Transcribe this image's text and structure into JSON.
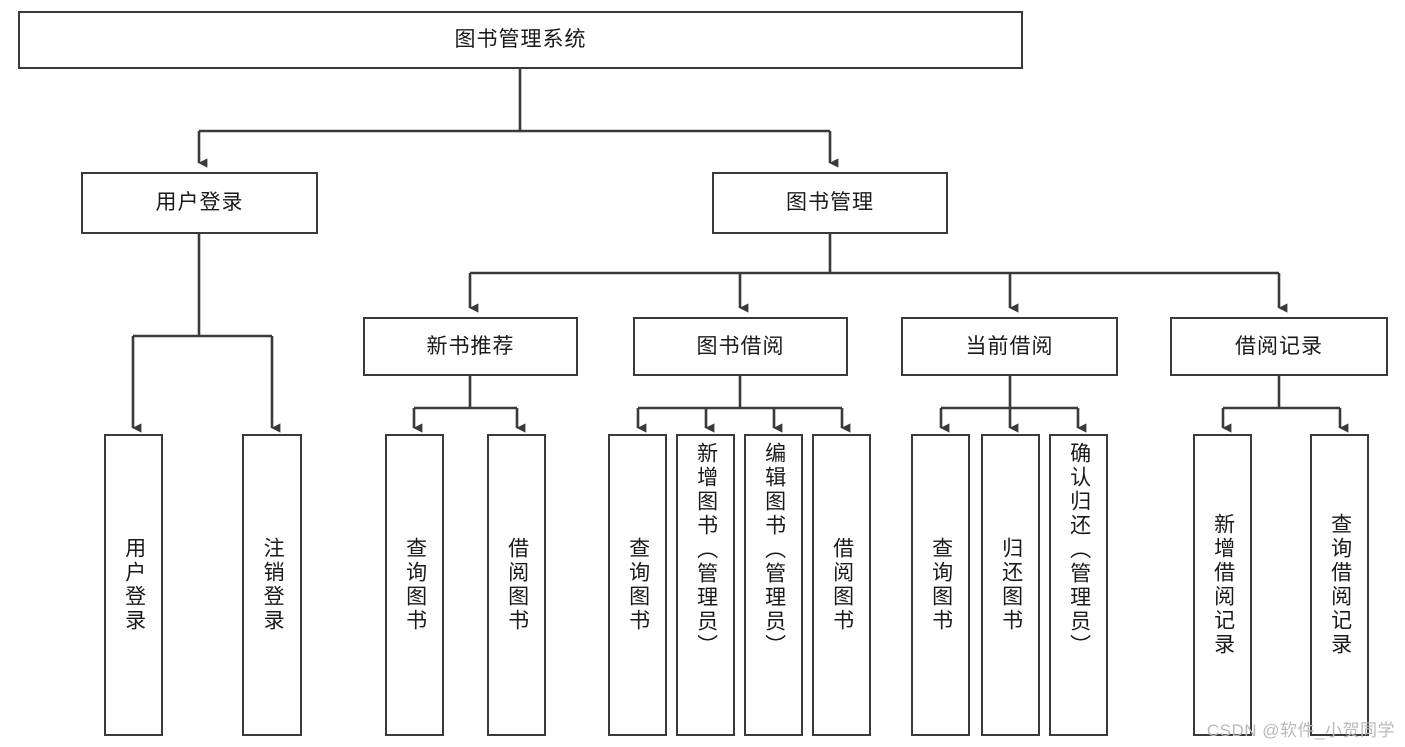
{
  "diagram": {
    "type": "tree",
    "title": "图书管理系统",
    "watermark": "CSDN @软件_小贺同学",
    "colors": {
      "background": "#ffffff",
      "node_border": "#3a3a3a",
      "node_fill": "#ffffff",
      "text": "#1a1a1a",
      "edge": "#3a3a3a",
      "watermark": "#b9b9b9"
    },
    "nodes": {
      "root": {
        "label": "图书管理系统",
        "level": 0
      },
      "l1": [
        {
          "id": "user-login",
          "label": "用户登录"
        },
        {
          "id": "book-manage",
          "label": "图书管理"
        }
      ],
      "l2": [
        {
          "id": "new-book-rec",
          "label": "新书推荐"
        },
        {
          "id": "book-borrow",
          "label": "图书借阅"
        },
        {
          "id": "current-borrow",
          "label": "当前借阅"
        },
        {
          "id": "borrow-record",
          "label": "借阅记录"
        }
      ],
      "leaves": {
        "user-login": [
          {
            "id": "leaf-user-login",
            "label": "用户登录"
          },
          {
            "id": "leaf-logout",
            "label": "注销登录"
          }
        ],
        "new-book-rec": [
          {
            "id": "leaf-query-book-1",
            "label": "查询图书"
          },
          {
            "id": "leaf-borrow-book-1",
            "label": "借阅图书"
          }
        ],
        "book-borrow": [
          {
            "id": "leaf-query-book-2",
            "label": "查询图书"
          },
          {
            "id": "leaf-add-book",
            "label": "新增图书（管理员）"
          },
          {
            "id": "leaf-edit-book",
            "label": "编辑图书（管理员）"
          },
          {
            "id": "leaf-borrow-book-2",
            "label": "借阅图书"
          }
        ],
        "current-borrow": [
          {
            "id": "leaf-query-book-3",
            "label": "查询图书"
          },
          {
            "id": "leaf-return-book",
            "label": "归还图书"
          },
          {
            "id": "leaf-confirm-return",
            "label": "确认归还（管理员）"
          }
        ],
        "borrow-record": [
          {
            "id": "leaf-add-record",
            "label": "新增借阅记录"
          },
          {
            "id": "leaf-query-record",
            "label": "查询借阅记录"
          }
        ]
      }
    }
  }
}
